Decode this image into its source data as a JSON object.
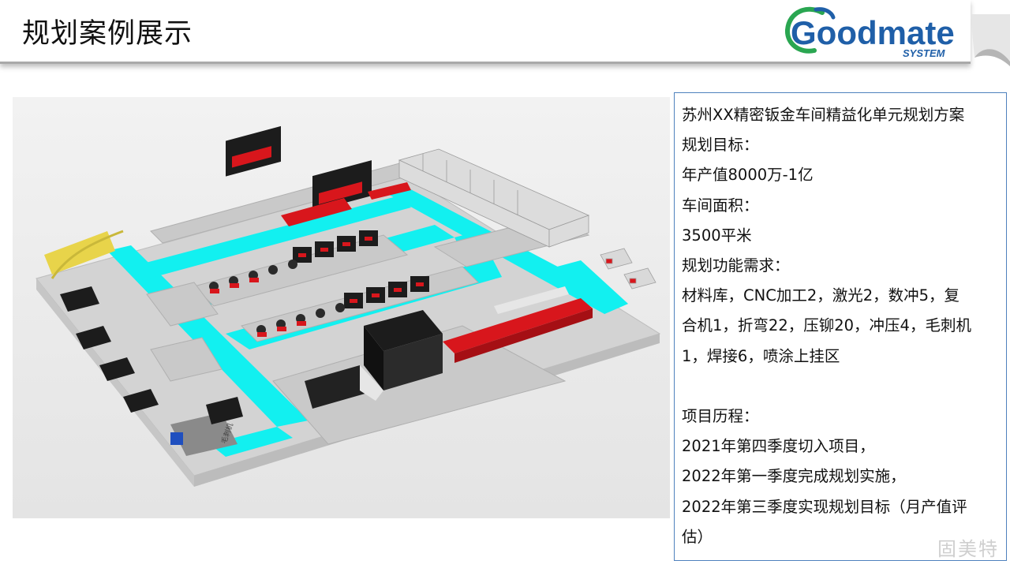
{
  "slide": {
    "title": "规划案例展示"
  },
  "logo": {
    "wordmark": "Goodmate",
    "tagline": "SYSTEM"
  },
  "layout_render": {
    "floor_label": "毛刺机"
  },
  "panel": {
    "lines": [
      "苏州XX精密钣金车间精益化单元规划方案",
      "规划目标：",
      "年产值8000万-1亿",
      "车间面积：",
      "3500平米",
      "规划功能需求：",
      "材料库，CNC加工2，激光2，数冲5，复",
      "合机1，折弯22，压铆20，冲压4，毛刺机",
      "1，焊接6，喷涂上挂区",
      "",
      "项目历程：",
      "2021年第四季度切入项目，",
      "2022年第一季度完成规划实施，",
      "2022年第三季度实现规划目标（月产值评",
      "估）"
    ]
  },
  "watermark": "固美特",
  "colors": {
    "aisle": "#12f0f0",
    "machine_red": "#d8161c",
    "machine_black": "#1c1c1c",
    "floor": "#d6d6d6",
    "panel_border": "#4f81bd",
    "logo_green": "#2aa651",
    "logo_blue": "#1f5fa8"
  }
}
